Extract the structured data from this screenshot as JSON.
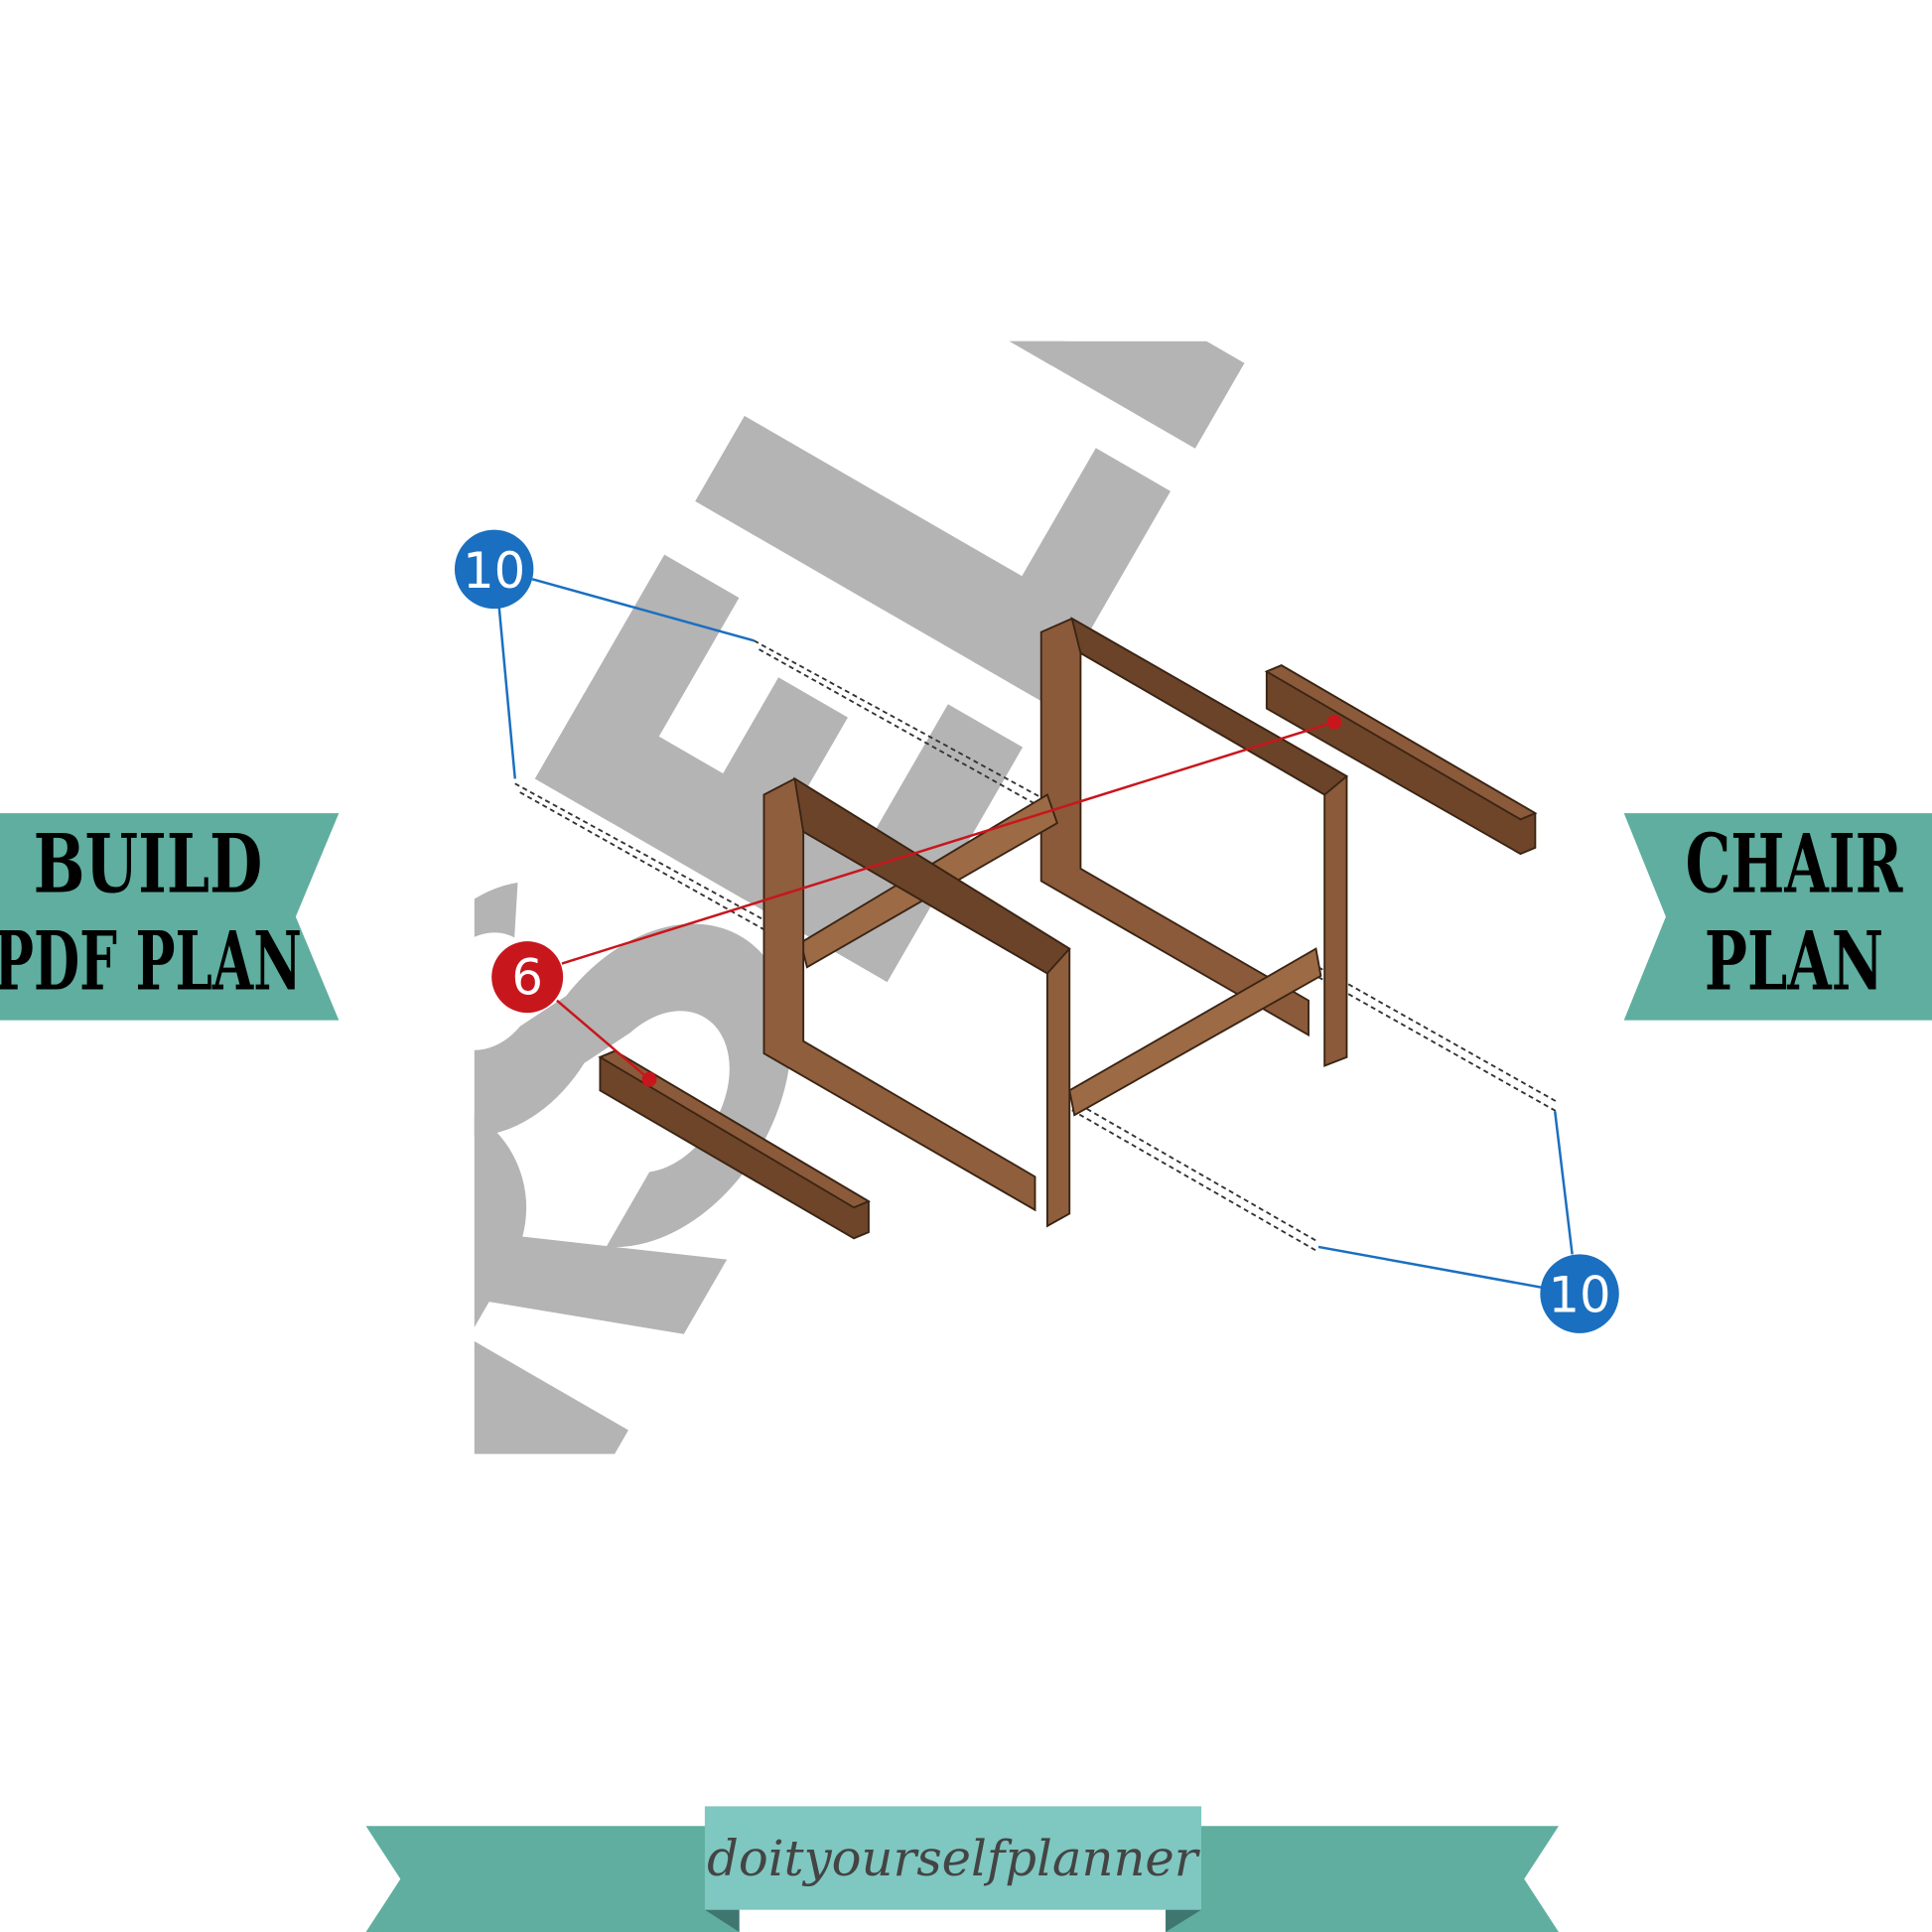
{
  "left_banner": {
    "line1": "BUILD",
    "line2": "PDF PLAN"
  },
  "right_banner": {
    "line1": "CHAIR",
    "line2": "PLAN"
  },
  "watermark": "RSELF",
  "callouts": [
    {
      "label": "10",
      "color": "#1a6fc0"
    },
    {
      "label": "6",
      "color": "#c8161d"
    },
    {
      "label": "10",
      "color": "#1a6fc0"
    }
  ],
  "footer": {
    "brand": "doityourselfplanner"
  },
  "colors": {
    "teal": "#5fae9f",
    "teal_light": "#7fc7c1",
    "wood": "#8a5a3a",
    "wood_dark": "#5c3a24"
  }
}
